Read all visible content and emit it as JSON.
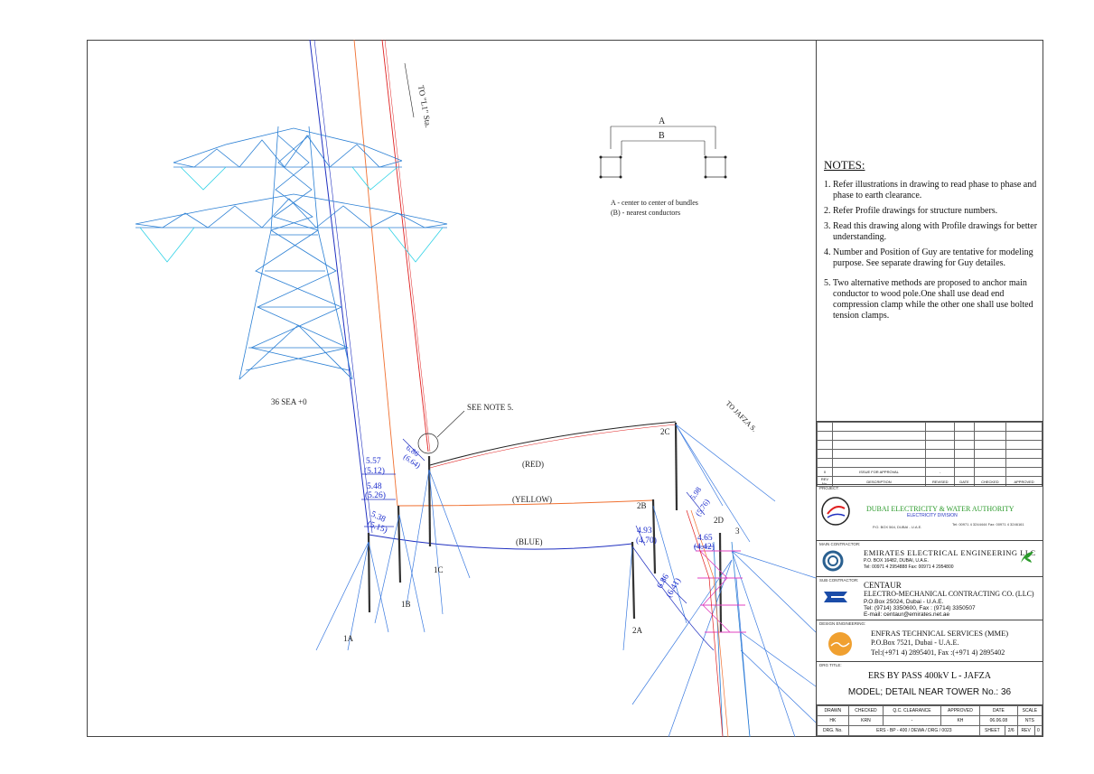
{
  "drawing": {
    "direction_top": "TO \"L1\" Sta.",
    "direction_right": "TO JAFZA S.",
    "tower_label": "36 SEA +0",
    "see_note": "SEE NOTE 5.",
    "bundle_legend": {
      "dim_a": "A",
      "dim_b": "B",
      "line_a": "A  - center to center of bundles",
      "line_b": "(B)  - nearest conductors"
    },
    "phases": {
      "red": "(RED)",
      "yellow": "(YELLOW)",
      "blue": "(BLUE)"
    },
    "pole_labels": [
      "1A",
      "1B",
      "1C",
      "2A",
      "2B",
      "2C",
      "2D",
      "3"
    ],
    "clearances": [
      {
        "a": "5.57",
        "b": "(5.12)"
      },
      {
        "a": "5.48",
        "b": "(5.26)"
      },
      {
        "a": "5.38",
        "b": "(5.15)"
      },
      {
        "a": "6.86",
        "b": "(6.64)"
      },
      {
        "a": "4.93",
        "b": "(4.70)"
      },
      {
        "a": "5.98",
        "b": "(5.76)"
      },
      {
        "a": "4.65",
        "b": "(4.42)"
      },
      {
        "a": "6.86",
        "b": "(6.41)"
      }
    ]
  },
  "notes": {
    "heading": "NOTES:",
    "items": [
      "1. Refer illustrations in drawing to read phase to phase and phase to earth clearance.",
      "2. Refer Profile drawings for structure numbers.",
      "3. Read this drawing along with Profile drawings for better understanding.",
      "4. Number and Position of Guy are tentative for modeling purpose. See separate drawing for Guy detailes.",
      "5. Two alternative methods are proposed to anchor main conductor to wood pole.One shall use dead end compression clamp while the other one shall use bolted tension clamps."
    ]
  },
  "revision_table": {
    "rev0": {
      "rev": "0",
      "description": "ISSUE FOR APPROVAL",
      "revised": "-"
    },
    "headers": [
      "REV No.",
      "DESCRIPTION",
      "REVISED",
      "DATE",
      "CHECKED",
      "APPROVED"
    ]
  },
  "project": {
    "label": "PROJECT:",
    "name": "DUBAI ELECTRICITY & WATER AUTHORITY",
    "division": "ELECTRICITY DIVISION",
    "address": "P.O. BOX 564, DUBAI - U.A.E.",
    "phone": "Tel: 00971 4 3244444  Fax: 00971 4 3246161"
  },
  "main_contractor": {
    "label": "MAIN CONTRACTOR:",
    "name": "EMIRATES ELECTRICAL ENGINEERING LLC",
    "address": "P.O. BOX 16482, DUBAI, U.A.E.",
    "phone": "Tel: 00971 4 2954888    Fax: 00971 4 2954800"
  },
  "sub_contractor": {
    "label": "SUB CONTRACTOR:",
    "name": "CENTAUR",
    "name2": "ELECTRO-MECHANICAL CONTRACTING CO. (LLC)",
    "address": "P.O.Box 25024, Dubai - U.A.E.",
    "phone": "Tel: (9714) 3350600, Fax : (9714) 3350507",
    "email": "E-mail: centaur@emirates.net.ae"
  },
  "design_engineering": {
    "label": "DESIGN ENGINEERING:",
    "name": "ENFRAS TECHNICAL SERVICES (MME)",
    "address": "P.O.Box 7521, Dubai - U.A.E.",
    "phone": "Tel:(+971 4) 2895401, Fax :(+971 4) 2895402"
  },
  "drawing_title": {
    "label": "DRG TITLE:",
    "line1": "ERS BY PASS 400kV  L - JAFZA",
    "line2": "MODEL; DETAIL NEAR TOWER No.: 36"
  },
  "footer": {
    "headers": [
      "DRAWN",
      "CHECKED",
      "Q.C. CLEARANCE",
      "APPROVED",
      "DATE",
      "SCALE"
    ],
    "values": [
      "HK",
      "KRN",
      "-",
      "KH",
      "06.06.08",
      "NTS"
    ],
    "drg_no_label": "DRG. No.",
    "drg_no": "ERS - BP - 400 / DEWA / DRG / 0023",
    "sheet_label": "SHEET",
    "sheet": "2/6",
    "rev_label": "REV",
    "rev": "0"
  },
  "colors": {
    "tower": "#2a7fd4",
    "tower_arms": "#2fd2e6",
    "red_phase": "#e02020",
    "yellow_phase": "#f07030",
    "blue_phase": "#2030c0",
    "dim_text": "#1a2bcc",
    "guy": "#3a7ae0",
    "magenta": "#e040c0"
  }
}
